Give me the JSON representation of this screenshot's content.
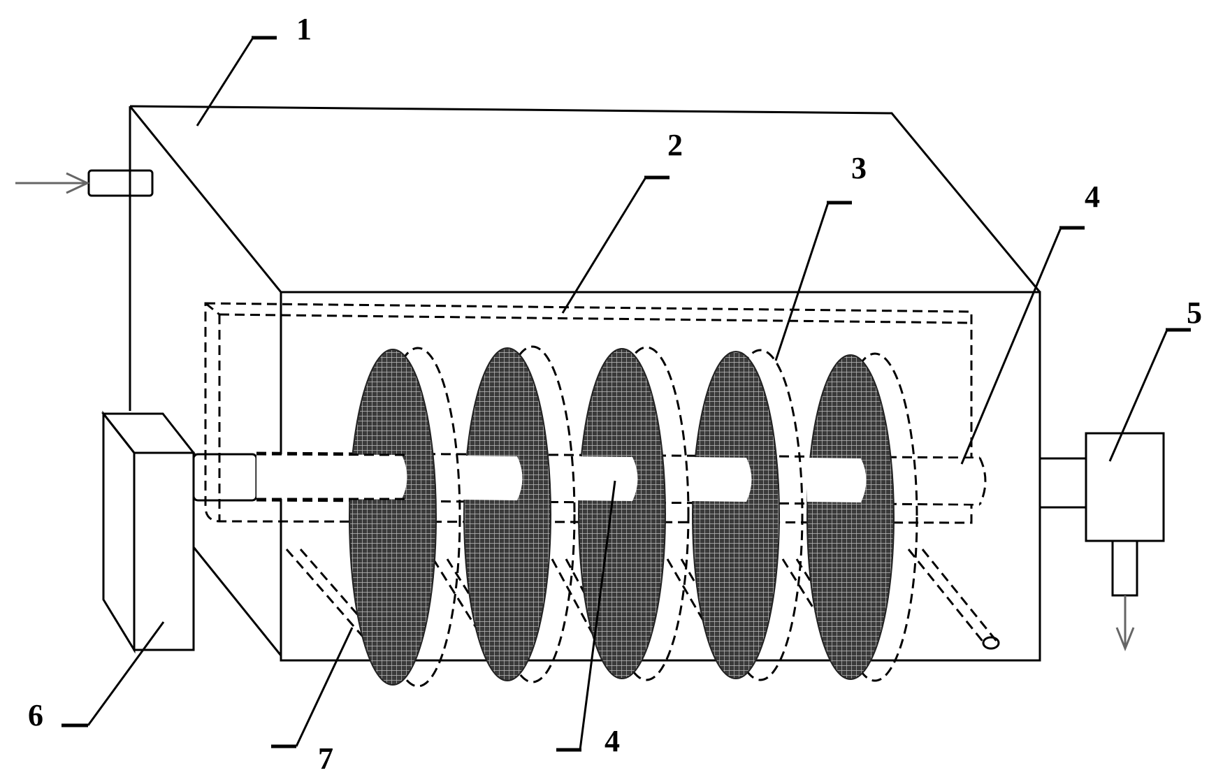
{
  "labels": {
    "housing": "1",
    "cover": "2",
    "disc": "3",
    "shaft_top": "4",
    "shaft_bottom": "4",
    "outlet_unit": "5",
    "drive_unit": "6",
    "pipe": "7"
  }
}
